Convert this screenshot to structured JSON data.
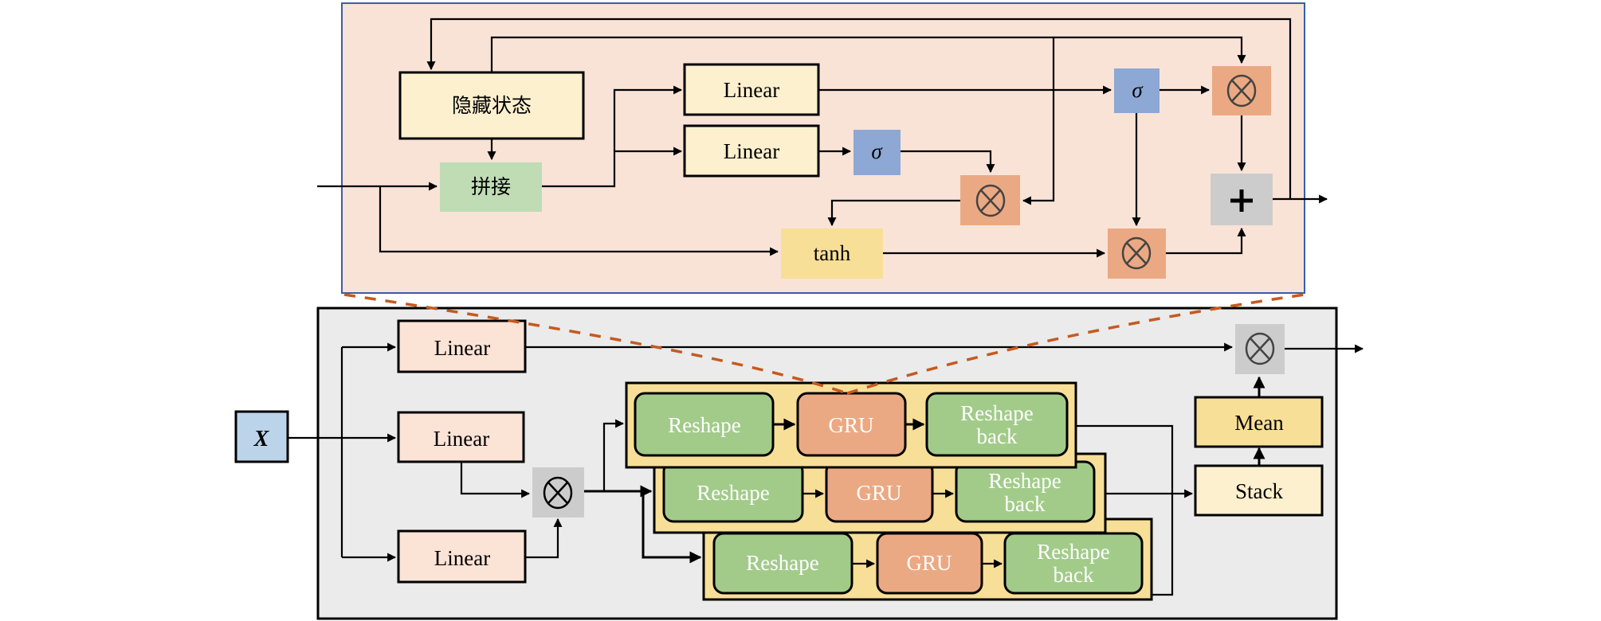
{
  "colors": {
    "top_panel_bg": "#f9e3d7",
    "top_panel_border": "#3a5ea8",
    "bottom_panel_bg": "#ebebeb",
    "linear_light": "#fdf0cf",
    "linear_peach": "#fbe3d6",
    "concat_green": "#bfdcb5",
    "sigma_blue": "#8da8d4",
    "mult_orange": "#eba983",
    "plus_gray": "#cccccc",
    "tanh_yellow": "#f8df98",
    "input_blue": "#bcd4ea",
    "reshape_green": "#a2cb8a",
    "gru_orange": "#eba983",
    "block_yellow": "#f8df98",
    "mean_yellow": "#f8df98",
    "stack_light": "#fdf0cf",
    "dashed_orange": "#c55a1f"
  },
  "gru_cell": {
    "hidden_state": "隐藏状态",
    "concat": "拼接",
    "linear_1": "Linear",
    "linear_2": "Linear",
    "sigma_1": "σ",
    "sigma_2": "σ",
    "tanh": "tanh",
    "mult_symbol": "⊗",
    "plus_symbol": "+"
  },
  "main": {
    "input": "X",
    "linear_top": "Linear",
    "linear_mid": "Linear",
    "linear_bottom": "Linear",
    "mult_symbol": "⊗",
    "blocks": [
      {
        "reshape": "Reshape",
        "gru": "GRU",
        "reshape_back_1": "Reshape",
        "reshape_back_2": "back"
      },
      {
        "reshape": "Reshape",
        "gru": "GRU",
        "reshape_back_1": "Reshape",
        "reshape_back_2": "back"
      },
      {
        "reshape": "Reshape",
        "gru": "GRU",
        "reshape_back_1": "Reshape",
        "reshape_back_2": "back"
      }
    ],
    "stack": "Stack",
    "mean": "Mean"
  }
}
